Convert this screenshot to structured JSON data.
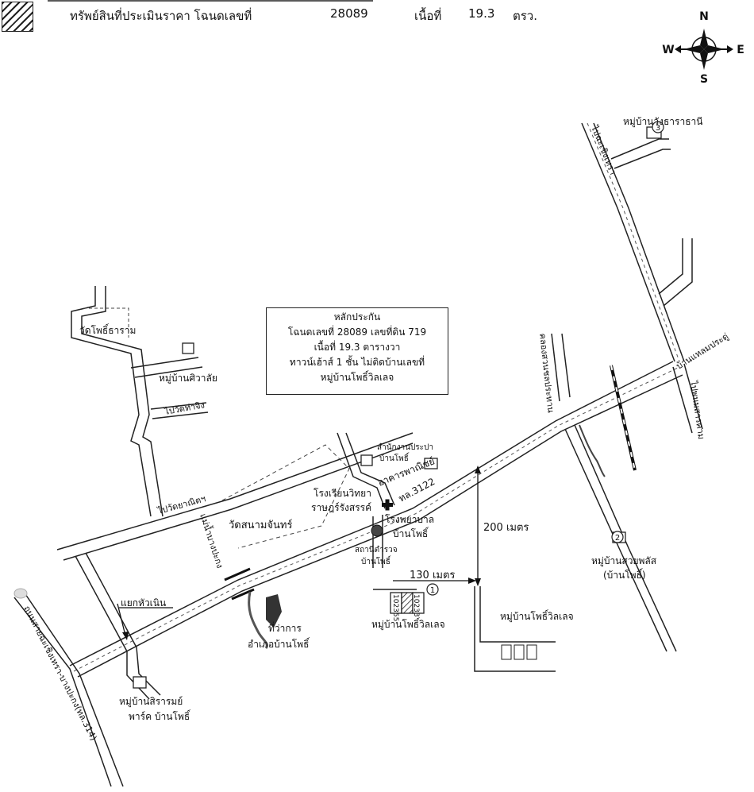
{
  "header": {
    "title": "ทรัพย์สินที่ประเมินราคา โฉนดเลขที่",
    "deed_no": "28089",
    "area_label": "เนื้อที่",
    "area_value": "19.3",
    "area_unit": "ตรว."
  },
  "compass": {
    "n": "N",
    "s": "S",
    "e": "E",
    "w": "W"
  },
  "collateral_box": {
    "line1": "หลักประกัน",
    "line2": "โฉนดเลขที่ 28089 เลขที่ดิน 719",
    "line3": "เนื้อที่ 19.3 ตารางวา",
    "line4": "ทาวน์เฮ้าส์ 1 ชั้น ไม่ติดบ้านเลขที่",
    "line5": "หมู่บ้านโพธิ์วิลเลจ"
  },
  "labels": {
    "wang_thara": "หมู่บ้านวังธาราธานี",
    "to_chachoengsao": "ไปฉะเชิงเทรา",
    "to_laem_pradu": "บ้านแหลมประดู่",
    "to_phanom_sarakham": "ไปพนมสารคาม",
    "wat_pho_tharam": "วัดโพธิ์ธาราม",
    "sriwalai": "หมู่บ้านศิวาลัย",
    "to_wat_tha_ching": "ไปวัดท่าจิง",
    "to_wat_yanitat": "ไปวัดยาณิตฯ",
    "water_office_1": "สำนักงานประปา",
    "water_office_2": "บ้านโพธิ์",
    "wat_sanam_chan": "วัดสนามจันทร์",
    "school_1": "โรงเรียนวิทยา",
    "school_2": "ราษฎร์รังสรรค์",
    "commercial": "อาคารพาณิชย์",
    "route_3122": "ทล.3122",
    "hospital_1": "โรงพยาบาล",
    "hospital_2": "บ้านโพธิ์",
    "police_1": "สถานีตำรวจ",
    "police_2": "บ้านโพธิ์",
    "canal": "คลองสวนชลประทาน",
    "dist_200": "200 เมตร",
    "dist_130": "130 เมตร",
    "suai_phalat_1": "หมู่บ้านสวยพลัส",
    "suai_phalat_2": "(บ้านโพธิ์)",
    "bang_pakong_river": "แม่น้ำบางปะกง",
    "hua_noen": "แยกหัวเนิน",
    "district_office_1": "ที่ว่าการ",
    "district_office_2": "อำเภอบ้านโพธิ์",
    "pho_village_1": "หมู่บ้านโพธิ์วิลเลจ",
    "pho_village_2": "หมู่บ้านโพธิ์วิลเลจ",
    "plot_a": "102355",
    "plot_b": "10233",
    "sirarom_1": "หมู่บ้านสิรารมย์",
    "sirarom_2": "พาร์ค บ้านโพธิ์",
    "highway_314": "ถนนสายฉะเชิงเทรา-บางปะกง(ทล.314)",
    "marker_1": "1",
    "marker_2": "2",
    "marker_3": "3"
  }
}
